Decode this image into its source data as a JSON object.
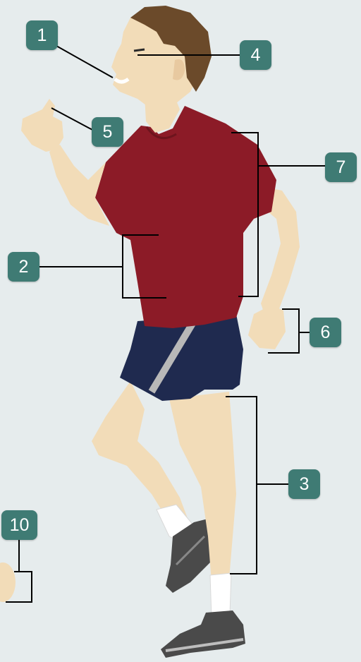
{
  "colors": {
    "background": "#e6eced",
    "badge": "#3f7b74",
    "badge_text": "#ffffff",
    "shirt": "#8c1b27",
    "shorts": "#1f2a4f",
    "skin": "#f2dcb8",
    "hair": "#6b4a2a",
    "shoe": "#4a4a4a",
    "sock": "#ffffff",
    "leader_line": "#000000"
  },
  "labels": [
    {
      "id": "1",
      "text": "1",
      "target": "mouth"
    },
    {
      "id": "2",
      "text": "2",
      "target": "torso"
    },
    {
      "id": "3",
      "text": "3",
      "target": "legs"
    },
    {
      "id": "4",
      "text": "4",
      "target": "eyes"
    },
    {
      "id": "5",
      "text": "5",
      "target": "raised-hand"
    },
    {
      "id": "6",
      "text": "6",
      "target": "lowered-hand"
    },
    {
      "id": "7",
      "text": "7",
      "target": "arm"
    },
    {
      "id": "10",
      "text": "10",
      "target": "edge-figure"
    }
  ]
}
